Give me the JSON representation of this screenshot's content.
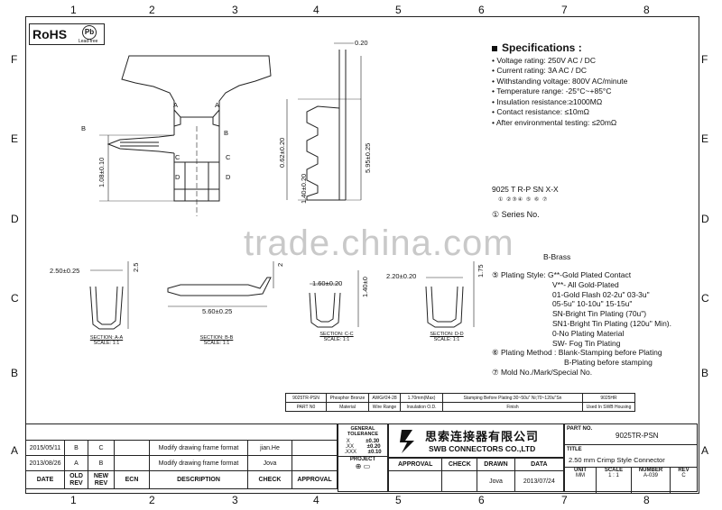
{
  "frame": {
    "col_numbers": [
      "1",
      "2",
      "3",
      "4",
      "5",
      "6",
      "7",
      "8"
    ],
    "row_letters": [
      "F",
      "E",
      "D",
      "C",
      "B",
      "A"
    ]
  },
  "rohs": {
    "label": "RoHS",
    "pb": "Pb",
    "lead_free": "Lead-free"
  },
  "specs": {
    "title": "Specifications :",
    "items": [
      "Voltage rating: 250V AC / DC",
      "Current rating: 3A  AC / DC",
      "Withstanding voltage: 800V AC/minute",
      "Temperature range: -25°C~+85°C",
      "Insulation resistance:≥1000MΩ",
      "Contact resistance: ≤10mΩ",
      "After environmental testing: ≤20mΩ"
    ]
  },
  "part_code": {
    "code": "9025 T R-P SN X-X",
    "indices": "①  ②③④  ⑤  ⑥  ⑦"
  },
  "series": "① Series No.",
  "watermark": "trade.china.com",
  "material": "B-Brass",
  "plating": [
    "⑤ Plating Style: G**-Gold Plated Contact",
    "                V**- All Gold-Plated",
    "                01-Gold Flash   02-2u\"   03-3u\"",
    "                05-5u\"    10-10u\"  15-15u\"",
    "                SN-Bright Tin Plating (70u\")",
    "                SN1-Bright Tin Plating (120u\" Min).",
    "                0-No Plating Material",
    "                SW- Fog Tin Plating",
    "⑥ Plating Method : Blank-Stamping before Plating",
    "                        B-Plating before stamping",
    "⑦ Mold No./Mark/Special No."
  ],
  "dims": {
    "d020": "0.20",
    "d062": "0.62±0.20",
    "d140a": "1.40±0.20",
    "d595": "5.95±0.25",
    "d108": "1.08±0.10",
    "d250": "2.50±0.25",
    "d25h": "2.5",
    "d560": "5.60±0.25",
    "d160": "1.60±0.20",
    "d140b": "1.40±0",
    "d220": "2.20±0.20",
    "d175": "1.75",
    "d2": "2"
  },
  "letters": {
    "A": "A",
    "B": "B",
    "C": "C",
    "D": "D"
  },
  "sections": [
    {
      "name": "SECTION: A-A",
      "scale": "SCALE: 1:1"
    },
    {
      "name": "SECTION: B-B",
      "scale": "SCALE: 1:1"
    },
    {
      "name": "SECTION: C-C",
      "scale": "SCALE: 1:1"
    },
    {
      "name": "SECTION: D-D",
      "scale": "SCALE: 1:1"
    }
  ],
  "part_table": {
    "row1": [
      "9025TR-PSN",
      "Phosphor Bronze",
      "AWG#24-28",
      "1.70mm(Max)",
      "Stamping Before Plating:30~50u\" Ni;70~120u\"Sn",
      "9025HR"
    ],
    "row2": [
      "PART N0",
      "Material",
      "Wire Range",
      "Insulation  O.D.",
      "Finish",
      "Used In SWB  Housing"
    ]
  },
  "revisions": [
    {
      "date": "2015/05/11",
      "old": "B",
      "new": "C",
      "desc": "Modify drawing frame format",
      "check": "jian.He"
    },
    {
      "date": "2013/08/26",
      "old": "A",
      "new": "B",
      "desc": "Modify drawing frame format",
      "check": "Jova"
    }
  ],
  "rev_header": [
    "DATE",
    "OLD REV",
    "NEW REV",
    "ECN",
    "DESCRIPTION",
    "CHECK",
    "APPROVAL"
  ],
  "tolerance": {
    "title": "GENERAL TOLERANCE",
    "rows": [
      [
        "X",
        "±0.30"
      ],
      [
        ".XX",
        "±0.20"
      ],
      [
        ".XXX",
        "±0.10"
      ]
    ],
    "project": "PROJECT"
  },
  "company": {
    "cn": "思索连接器有限公司",
    "en": "SWB CONNECTORS CO.,LTD"
  },
  "signoff": {
    "approval": "APPROVAL",
    "check": "CHECK",
    "drawn": "DRAWN",
    "data": "DATA",
    "drawn_by": "Jova",
    "date": "2013/07/24"
  },
  "title_block": {
    "part_label": "PART NO.",
    "part_no": "9025TR-PSN",
    "title_label": "TITLE",
    "title": "2.50 mm Crimp Style Connector",
    "unit_label": "UNIT",
    "unit": "MM",
    "scale_label": "SCALE",
    "scale": "1 : 1",
    "number_label": "NUMBER",
    "number": "A-039",
    "rev_label": "REV",
    "rev": "C"
  }
}
